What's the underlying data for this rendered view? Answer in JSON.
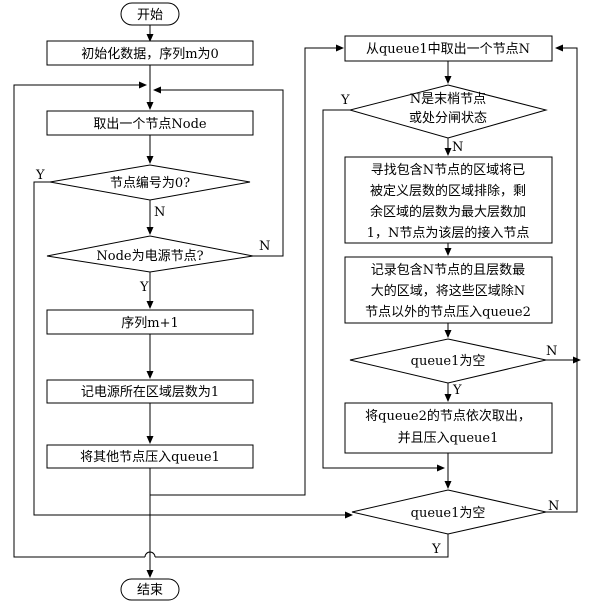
{
  "start": "开始",
  "end": "结束",
  "init": "初始化数据，序列m为0",
  "take_node": "取出一个节点Node",
  "check_zero": "节点编号为0?",
  "check_power": "Node为电源节点?",
  "seq_inc": "序列m+1",
  "record_layer": "记电源所在区域层数为1",
  "push_others": "将其他节点压入queue1",
  "take_queue1": "从queue1中取出一个节点N",
  "check_leaf": [
    "N是末梢节点",
    "或处分闸状态"
  ],
  "find_region": [
    "寻找包含N节点的区域将已",
    "被定义层数的区域排除，剩",
    "余区域的层数为最大层数加",
    "1，N节点为该层的接入节点"
  ],
  "record_max": [
    "记录包含N节点的且层数最",
    "大的区域，将这些区域除N",
    "节点以外的节点压入queue2"
  ],
  "check_q1_empty_inner": "queue1为空",
  "move_q2": [
    "将queue2的节点依次取出，",
    "并且压入queue1"
  ],
  "check_q1_empty_outer": "queue1为空",
  "labels": {
    "y": "Y",
    "n": "N"
  }
}
